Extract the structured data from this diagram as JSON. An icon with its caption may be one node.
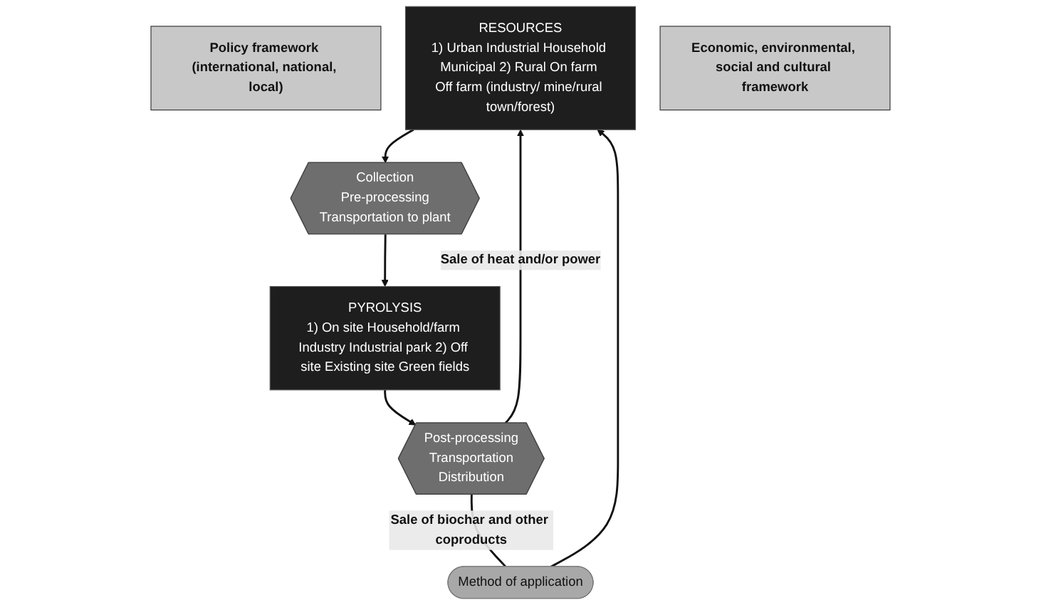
{
  "diagram": {
    "nodes": [
      {
        "text": [
          "Policy framework (international, national, local)"
        ]
      },
      {
        "text": [
          "RESOURCES",
          "1) Urban Industrial Household Municipal 2) Rural On farm Off farm (industry/ mine/rural town/forest)"
        ]
      },
      {
        "text": [
          "Collection",
          "Pre-processing",
          "Transportation to plant"
        ]
      },
      {
        "text": [
          "PYROLYSIS",
          "1) On site Household/farm Industry Industrial park 2) Off site Existing site Green fields"
        ]
      },
      {
        "text": [
          "Post-processing",
          "Transportation",
          "Distribution"
        ]
      },
      {
        "text": [
          "Method of application"
        ]
      },
      {
        "text": [
          "Economic, environmental, social and cultural framework"
        ]
      }
    ],
    "edges": [
      {
        "from": 1,
        "to": 2,
        "arrow": "to"
      },
      {
        "from": 2,
        "to": 3,
        "arrow": "to"
      },
      {
        "from": 3,
        "to": 4,
        "arrow": "to"
      },
      {
        "from": 4,
        "to": 1,
        "arrow": "to",
        "label": "Sale of heat and/or power"
      },
      {
        "from": 4,
        "to": 5,
        "arrow": "none",
        "label": "Sale of biochar and other coproducts"
      },
      {
        "from": 5,
        "to": 1,
        "arrow": "to"
      }
    ]
  }
}
